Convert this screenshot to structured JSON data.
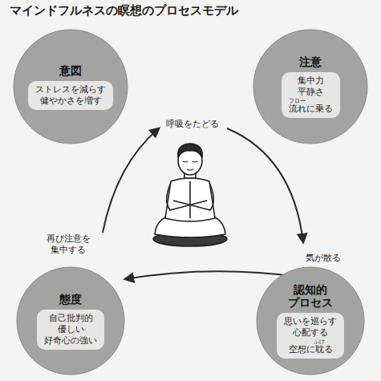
{
  "diagram": {
    "title": "マインドフルネスの瞑想のプロセスモデル",
    "nodes": [
      {
        "text": [
          "意図",
          "ストレスを減らす 健やかさを増す"
        ]
      },
      {
        "text": [
          "注意",
          "集中力 平静さ",
          "フロー",
          "流れに乗る"
        ]
      },
      {
        "text": [
          "態度",
          "自己批判的 優しい 好奇心の強い"
        ]
      },
      {
        "text": [
          "認知的 プロセス",
          "思いを巡らす 心配する",
          "ふけ",
          "空想に耽る"
        ]
      }
    ],
    "labels": [
      "呼吸をたどる",
      "気が散る",
      "再び注意を 集中する"
    ]
  }
}
